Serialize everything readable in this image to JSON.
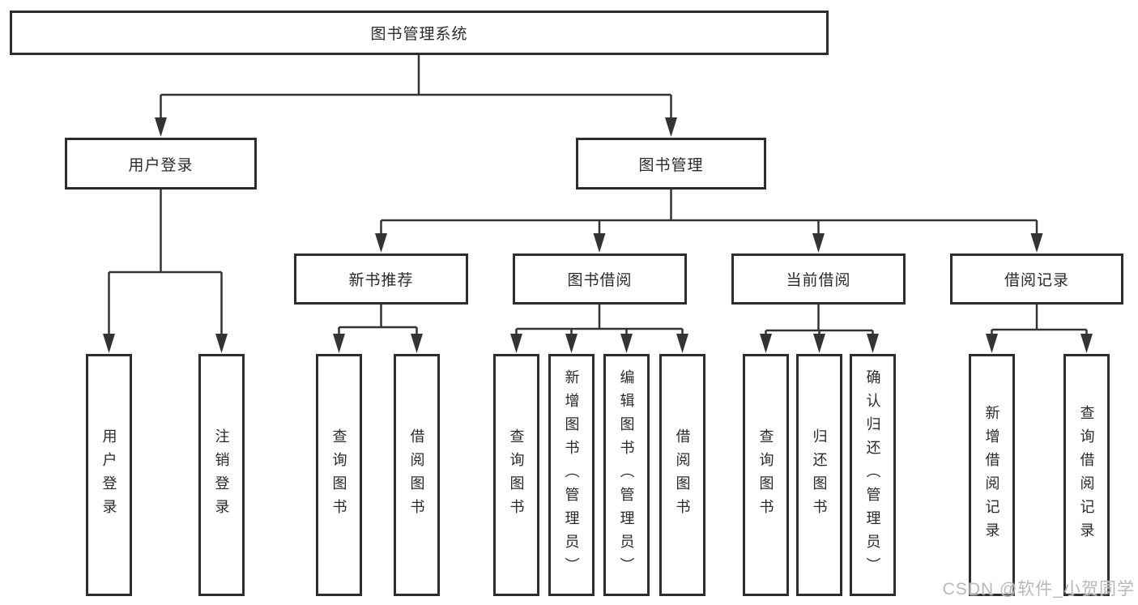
{
  "diagram": {
    "root": "图书管理系统",
    "branches": [
      {
        "label": "用户登录",
        "children": [
          "用户登录",
          "注销登录"
        ]
      },
      {
        "label": "图书管理",
        "children": [
          {
            "label": "新书推荐",
            "children": [
              "查询图书",
              "借阅图书"
            ]
          },
          {
            "label": "图书借阅",
            "children": [
              "查询图书",
              "新增图书（管理员）",
              "编辑图书（管理员）",
              "借阅图书"
            ]
          },
          {
            "label": "当前借阅",
            "children": [
              "查询图书",
              "归还图书",
              "确认归还（管理员）"
            ]
          },
          {
            "label": "借阅记录",
            "children": [
              "新增借阅记录",
              "查询借阅记录"
            ]
          }
        ]
      }
    ]
  },
  "watermark": "CSDN @软件_小贺同学",
  "colors": {
    "line": "#333333",
    "box_border": "#2d2d2d",
    "text": "#2a2a2a",
    "watermark": "#b8b8b8",
    "background": "#ffffff"
  }
}
